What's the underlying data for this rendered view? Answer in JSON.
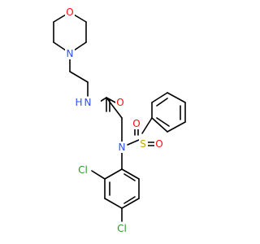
{
  "molecule": {
    "atoms": {
      "morpholine_o": {
        "symbol": "O",
        "color": "#FF0D0D"
      },
      "morpholine_n": {
        "symbol": "N",
        "color": "#3050F8"
      },
      "amide_n": {
        "symbol": "N",
        "color": "#3050F8"
      },
      "amide_h": {
        "symbol": "H",
        "color": "#3050F8"
      },
      "carbonyl_o": {
        "symbol": "O",
        "color": "#FF0D0D"
      },
      "sulfonamide_n": {
        "symbol": "N",
        "color": "#3050F8"
      },
      "sulfur": {
        "symbol": "S",
        "color": "#C8A800"
      },
      "sulfonyl_o_left": {
        "symbol": "O",
        "color": "#FF0D0D"
      },
      "sulfonyl_o_right": {
        "symbol": "O",
        "color": "#FF0D0D"
      },
      "chlorine_ortho": {
        "symbol": "Cl",
        "color": "#1FA01F"
      },
      "chlorine_para": {
        "symbol": "Cl",
        "color": "#1FA01F"
      }
    }
  }
}
